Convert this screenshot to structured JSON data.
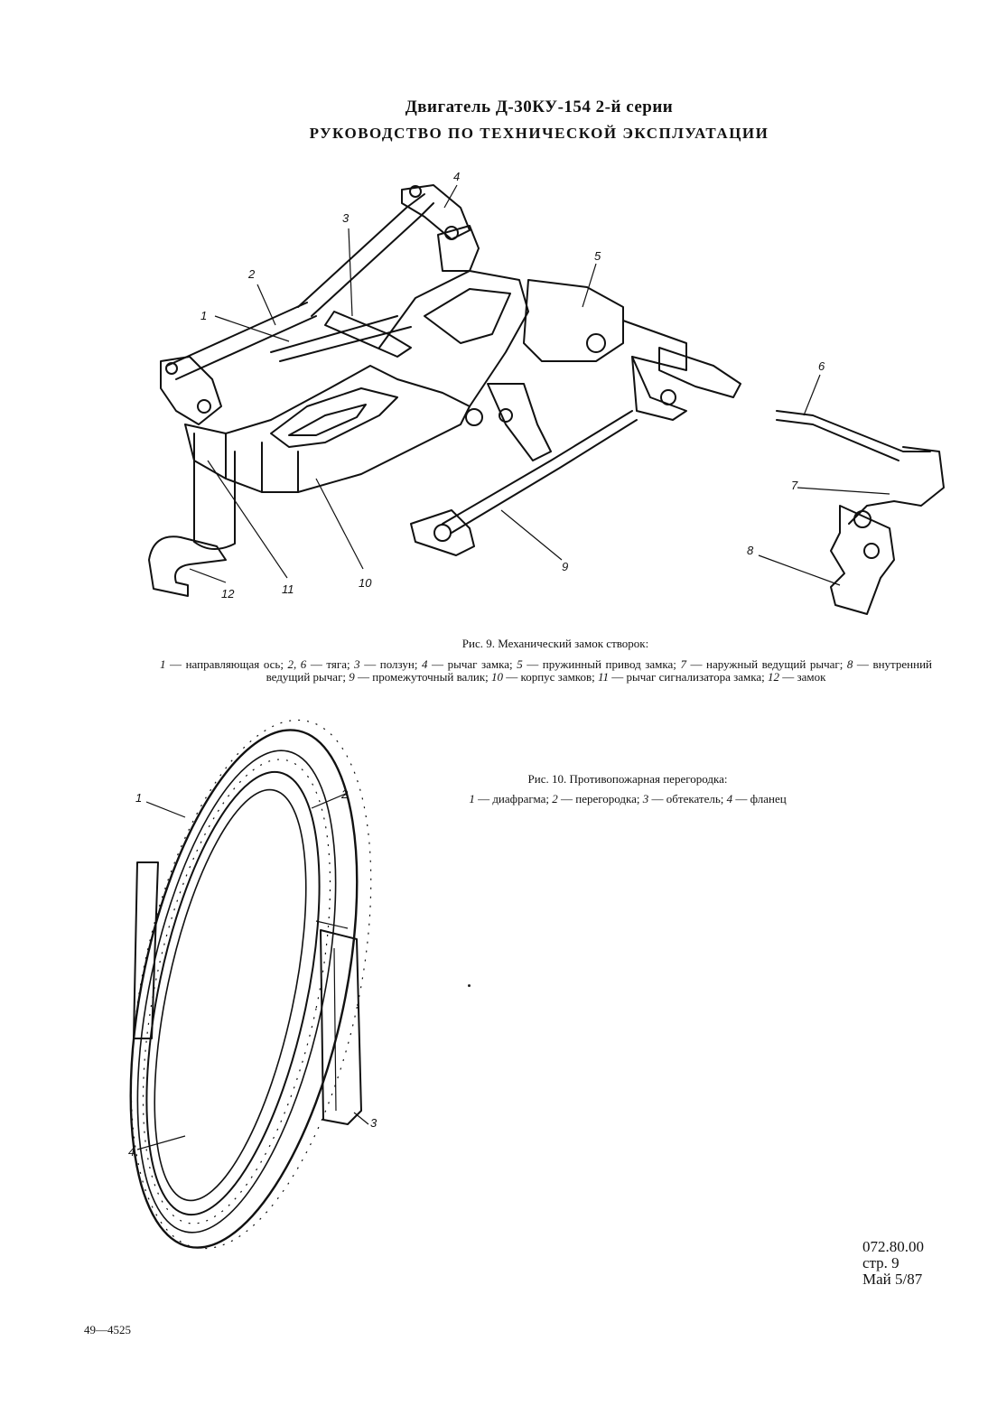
{
  "header": {
    "title": "Двигатель Д-30КУ-154 2-й серии",
    "subtitle": "РУКОВОДСТВО ПО ТЕХНИЧЕСКОЙ ЭКСПЛУАТАЦИИ"
  },
  "figure9": {
    "callouts": [
      "1",
      "2",
      "3",
      "4",
      "5",
      "6",
      "7",
      "8",
      "9",
      "10",
      "11",
      "12"
    ],
    "caption": "Рис. 9. Механический замок створок:",
    "legend": [
      {
        "num": "1",
        "text": "направляющая ось;"
      },
      {
        "num": "2, 6",
        "text": "тяга;"
      },
      {
        "num": "3",
        "text": "ползун;"
      },
      {
        "num": "4",
        "text": "рычаг замка;"
      },
      {
        "num": "5",
        "text": "пружинный привод замка;"
      },
      {
        "num": "7",
        "text": "наружный ведущий рычаг;"
      },
      {
        "num": "8",
        "text": "внутренний ведущий рычаг;"
      },
      {
        "num": "9",
        "text": "промежуточный валик;"
      },
      {
        "num": "10",
        "text": "корпус замков;"
      },
      {
        "num": "11",
        "text": "рычаг сигнализатора замка;"
      },
      {
        "num": "12",
        "text": "замок"
      }
    ]
  },
  "figure10": {
    "callouts": [
      "1",
      "2",
      "3",
      "4"
    ],
    "caption": "Рис. 10. Противопожарная перегородка:",
    "legend": [
      {
        "num": "1",
        "text": "диафрагма;"
      },
      {
        "num": "2",
        "text": "перегородка;"
      },
      {
        "num": "3",
        "text": "обтекатель;"
      },
      {
        "num": "4",
        "text": "фланец"
      }
    ]
  },
  "page_info": {
    "doc_code": "072.80.00",
    "page": "стр. 9",
    "date": "Май 5/87"
  },
  "footer": {
    "print_code": "49—4525"
  }
}
